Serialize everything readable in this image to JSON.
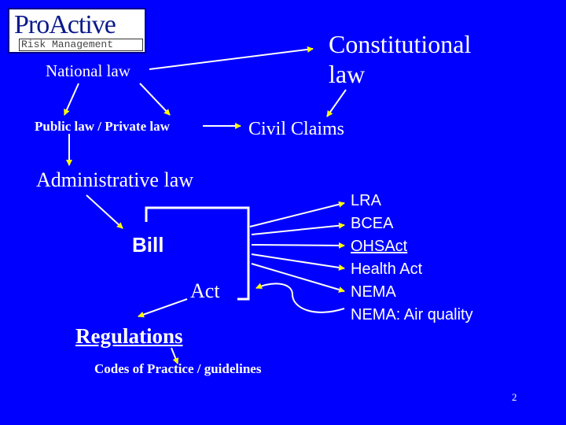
{
  "logo": {
    "name": "ProActive",
    "subtitle": "Risk Management"
  },
  "nodes": {
    "constitutional_law": [
      "Constitutional",
      "law"
    ],
    "national_law": "National law",
    "public_private_law": "Public law / Private law",
    "civil_claims": "Civil Claims",
    "administrative_law": "Administrative law",
    "bill": "Bill",
    "act": "Act",
    "regulations": "Regulations",
    "codes": "Codes of Practice / guidelines"
  },
  "acts": [
    "LRA",
    "BCEA",
    "OHSAct",
    "Health Act",
    "NEMA",
    "NEMA: Air quality"
  ],
  "page_number": "2",
  "colors": {
    "background": "#0000ff",
    "text": "#ffffff",
    "logo_text": "#0b1a8a"
  }
}
